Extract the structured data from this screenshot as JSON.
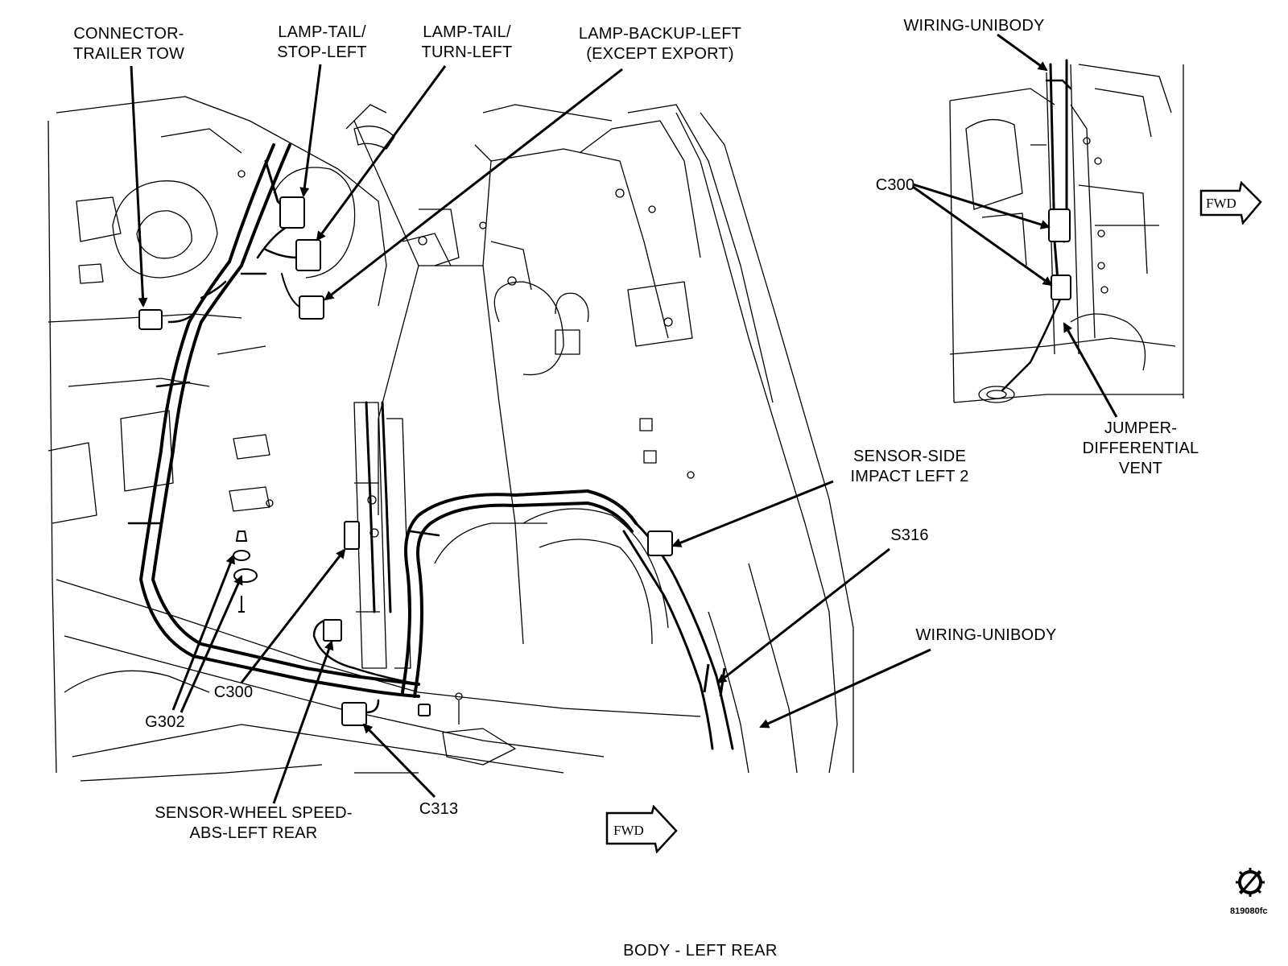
{
  "caption": "BODY - LEFT REAR",
  "figure_id": "819080fc",
  "fwd_label": "FWD",
  "labels": {
    "connector_trailer_tow": [
      "CONNECTOR-",
      "TRAILER TOW"
    ],
    "lamp_tail_stop_left": [
      "LAMP-TAIL/",
      "STOP-LEFT"
    ],
    "lamp_tail_turn_left": [
      "LAMP-TAIL/",
      "TURN-LEFT"
    ],
    "lamp_backup_left": [
      "LAMP-BACKUP-LEFT",
      "(EXCEPT EXPORT)"
    ],
    "wiring_unibody_top": [
      "WIRING-UNIBODY"
    ],
    "c300_top": [
      "C300"
    ],
    "jumper_differential_vent": [
      "JUMPER-",
      "DIFFERENTIAL",
      "VENT"
    ],
    "sensor_side_impact": [
      "SENSOR-SIDE",
      "IMPACT LEFT 2"
    ],
    "s316": [
      "S316"
    ],
    "wiring_unibody_bottom": [
      "WIRING-UNIBODY"
    ],
    "c300_bottom": [
      "C300"
    ],
    "g302": [
      "G302"
    ],
    "sensor_wheel_speed": [
      "SENSOR-WHEEL SPEED-",
      "ABS-LEFT REAR"
    ],
    "c313": [
      "C313"
    ]
  }
}
